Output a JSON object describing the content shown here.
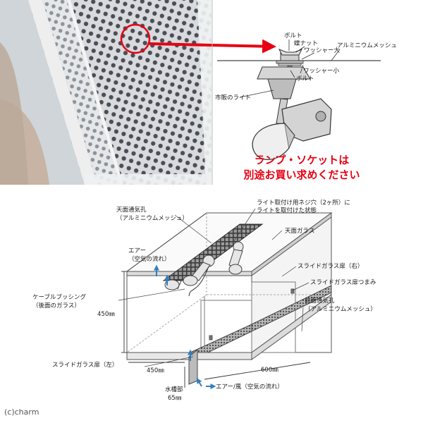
{
  "colors": {
    "accent_red": "#e60012",
    "label_text": "#1a1a1a",
    "line": "#555555",
    "air_arrow": "#2f7fc1"
  },
  "photo": {
    "magnifier_icon": "circle-highlight-icon",
    "pointer_icon": "red-arrow-icon"
  },
  "mount_detail": {
    "bolt": "ボルト",
    "wing_nut": "蝶ナット",
    "washer_large": "ワッシャー大",
    "aluminium_mesh": "アルミニウムメッシュ",
    "washer_small": "ワッシャー小",
    "bolt2": "ボルト",
    "store_light": "市販のライト",
    "note_line1": "ランプ・ソケットは",
    "note_line2": "別途お買い求めください"
  },
  "cage_diagram": {
    "top_vent": "天面通気孔",
    "top_vent_sub": "（アルミニウムメッシュ）",
    "light_holes": "ライト取付け用ネジ穴（2ヶ所）に",
    "light_holes_sub": "ライトを取付けた状態",
    "top_glass": "天面ガラス",
    "air": "エアー",
    "air_sub": "（空気の流れ）",
    "slide_door_right": "スライドガラス扉（右）",
    "slide_door_knob": "スライドガラス扉つまみ",
    "cable_bushing": "ケーブルブッシング",
    "cable_bushing_sub": "（後面のガラス）",
    "front_vent": "前面通気孔",
    "front_vent_sub": "（アルミニウムメッシュ）",
    "height_dim": "450㎜",
    "slide_door_left": "スライドガラス扉（左）",
    "depth_dim": "450㎜",
    "width_dim": "600㎜",
    "water_tank": "水槽部",
    "water_tank_dim": "65㎜",
    "air_wind": "エアー/風（空気の流れ）"
  },
  "copyright": "(c)charm"
}
